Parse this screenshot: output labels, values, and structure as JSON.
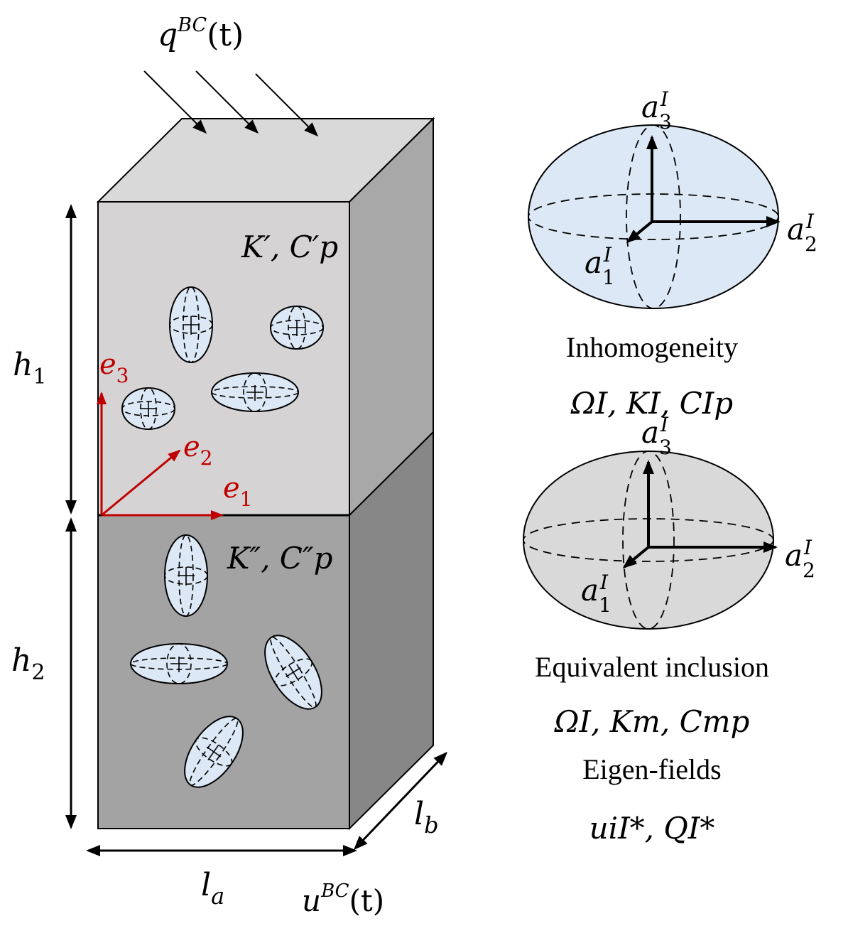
{
  "labels": {
    "heat_flux_bc": {
      "base": "q",
      "sup": "BC",
      "tail": "(t)"
    },
    "displacement_bc": {
      "base": "u",
      "sup": "BC",
      "tail": "(t)"
    },
    "h1": {
      "base": "h",
      "sub": "1"
    },
    "h2": {
      "base": "h",
      "sub": "2"
    },
    "la": {
      "base": "l",
      "sub": "a"
    },
    "lb": {
      "base": "l",
      "sub": "b"
    },
    "e1": {
      "base": "e",
      "sub": "1"
    },
    "e2": {
      "base": "e",
      "sub": "2"
    },
    "e3": {
      "base": "e",
      "sub": "3"
    },
    "upper_props": "K′, C′p",
    "lower_props": "K″, C″p"
  },
  "inhomogeneity": {
    "title": "Inhomogeneity",
    "props": "ΩI, KI, CIp",
    "axes": {
      "a1": "a1I",
      "a2": "a2I",
      "a3": "a3I"
    }
  },
  "equivalent_inclusion": {
    "title": "Equivalent inclusion",
    "props": "ΩI, Km, Cmp",
    "eigen_title": "Eigen-fields",
    "eigen_props": "uiI*, QI*",
    "axes": {
      "a1": "a1I",
      "a2": "a2I",
      "a3": "a3I"
    }
  },
  "colors": {
    "top_face": "#d9d9d9",
    "upper_front": "#d6d3d4",
    "upper_side": "#a8a8a8",
    "lower_front": "#a3a3a3",
    "lower_side": "#878787",
    "inclusion_fill": "#dce8f5",
    "frame_red": "#c00000"
  }
}
